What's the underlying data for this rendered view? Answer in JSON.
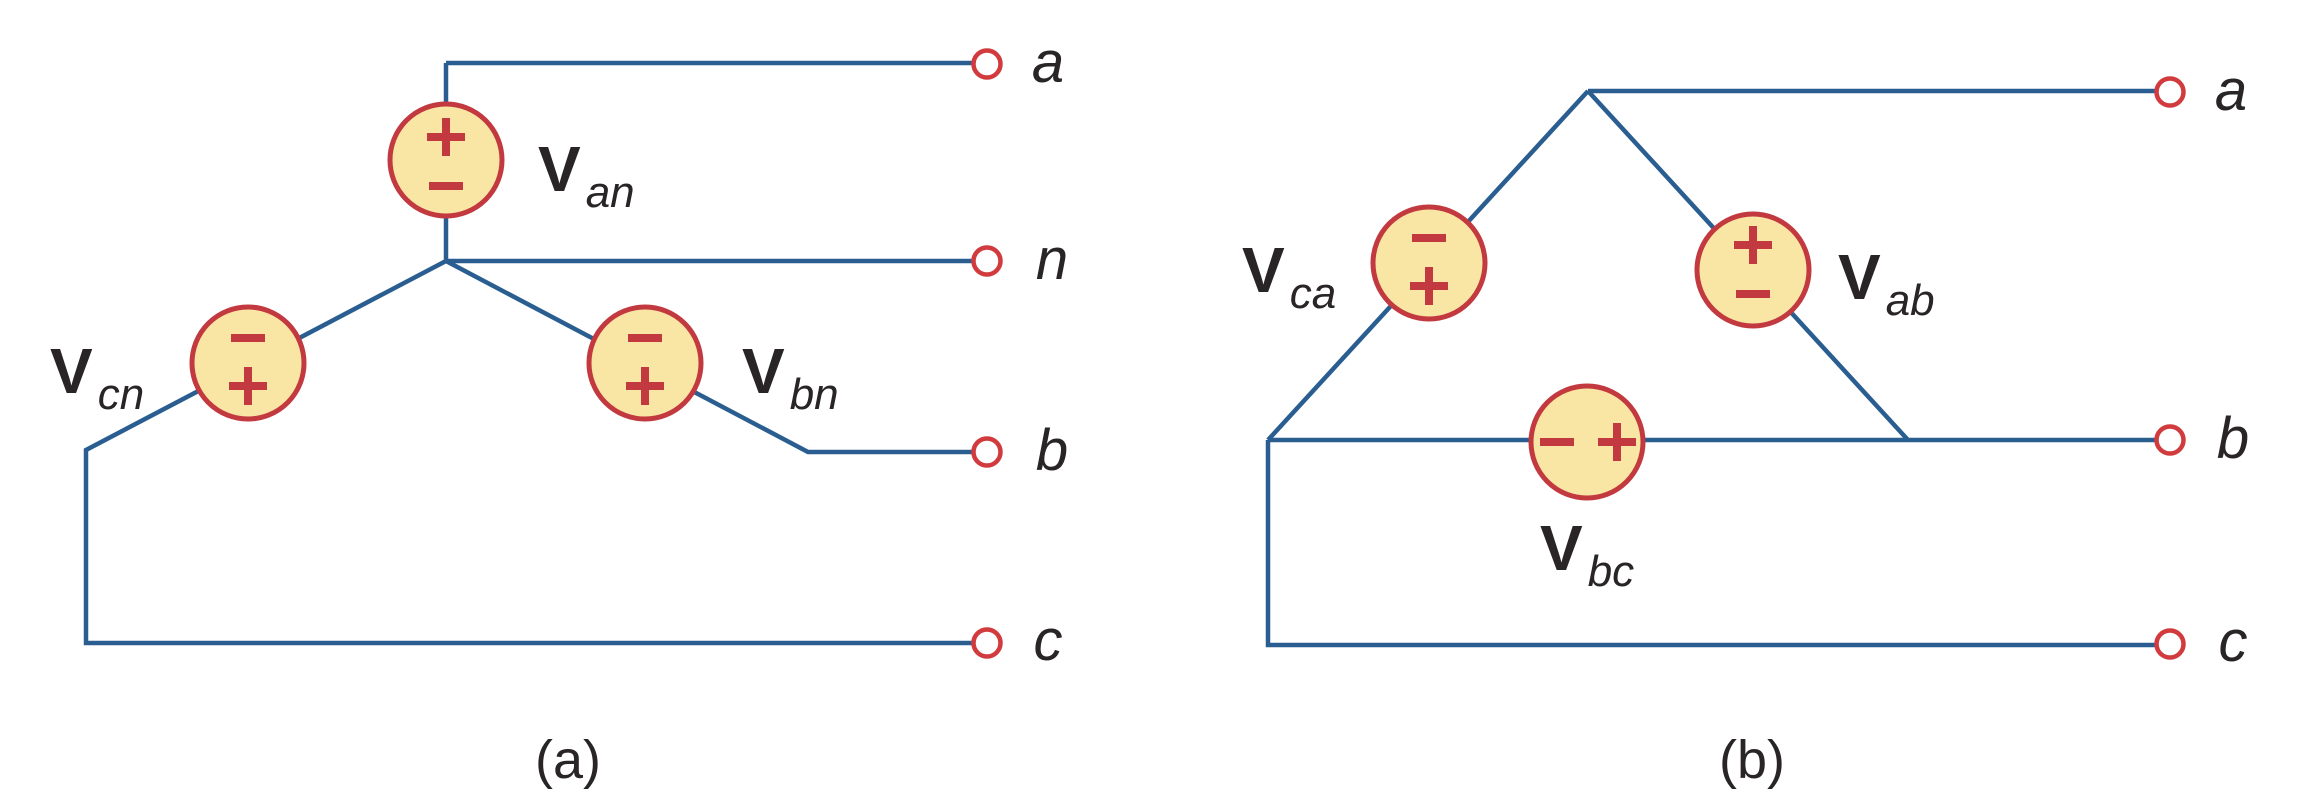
{
  "figure": {
    "colors": {
      "wire": "#2A5E91",
      "source-stroke": "#C2393F",
      "source-fill": "#FAE6A4",
      "terminal-stroke": "#D13B3E",
      "text": "#292526"
    },
    "diagrams": [
      {
        "caption": "(a)",
        "sources": [
          {
            "label_main": "V",
            "label_sub": "an",
            "sign_top": "+",
            "sign_bottom": "−"
          },
          {
            "label_main": "V",
            "label_sub": "cn",
            "sign_top": "−",
            "sign_bottom": "+"
          },
          {
            "label_main": "V",
            "label_sub": "bn",
            "sign_top": "−",
            "sign_bottom": "+"
          }
        ],
        "terminals": [
          {
            "label": "a"
          },
          {
            "label": "n"
          },
          {
            "label": "b"
          },
          {
            "label": "c"
          }
        ]
      },
      {
        "caption": "(b)",
        "sources": [
          {
            "label_main": "V",
            "label_sub": "ca",
            "sign_top": "−",
            "sign_bottom": "+"
          },
          {
            "label_main": "V",
            "label_sub": "ab",
            "sign_top": "+",
            "sign_bottom": "−"
          },
          {
            "label_main": "V",
            "label_sub": "bc",
            "sign_left": "−",
            "sign_right": "+"
          }
        ],
        "terminals": [
          {
            "label": "a"
          },
          {
            "label": "b"
          },
          {
            "label": "c"
          }
        ]
      }
    ]
  }
}
